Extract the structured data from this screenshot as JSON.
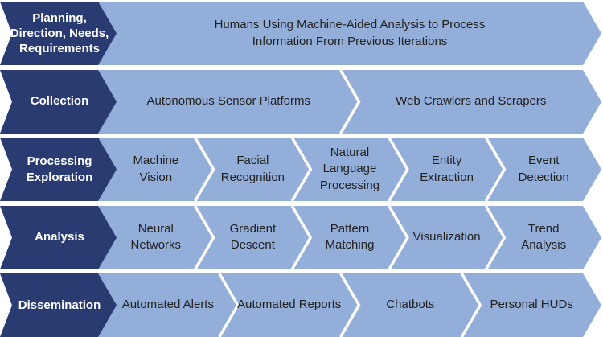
{
  "colors": {
    "dark_blue": "#2A3B72",
    "light_blue": "#92AED9",
    "separator_white": "#FFFFFF",
    "segment_text": "#212121",
    "label_text": "#FFFFFF",
    "background": "#FFFFFF"
  },
  "rows": [
    {
      "label": "Planning, Direction, Needs, Requirements",
      "segments": [
        "Humans Using Machine-Aided Analysis to Process Information From Previous Iterations"
      ]
    },
    {
      "label": "Collection",
      "segments": [
        "Autonomous Sensor Platforms",
        "Web Crawlers and Scrapers"
      ]
    },
    {
      "label": "Processing Exploration",
      "segments": [
        "Machine Vision",
        "Facial Recognition",
        "Natural Language Processing",
        "Entity Extraction",
        "Event Detection"
      ]
    },
    {
      "label": "Analysis",
      "segments": [
        "Neural Networks",
        "Gradient Descent",
        "Pattern Matching",
        "Visualization",
        "Trend Analysis"
      ]
    },
    {
      "label": "Dissemination",
      "segments": [
        "Automated Alerts",
        "Automated Reports",
        "Chatbots",
        "Personal HUDs"
      ]
    }
  ]
}
